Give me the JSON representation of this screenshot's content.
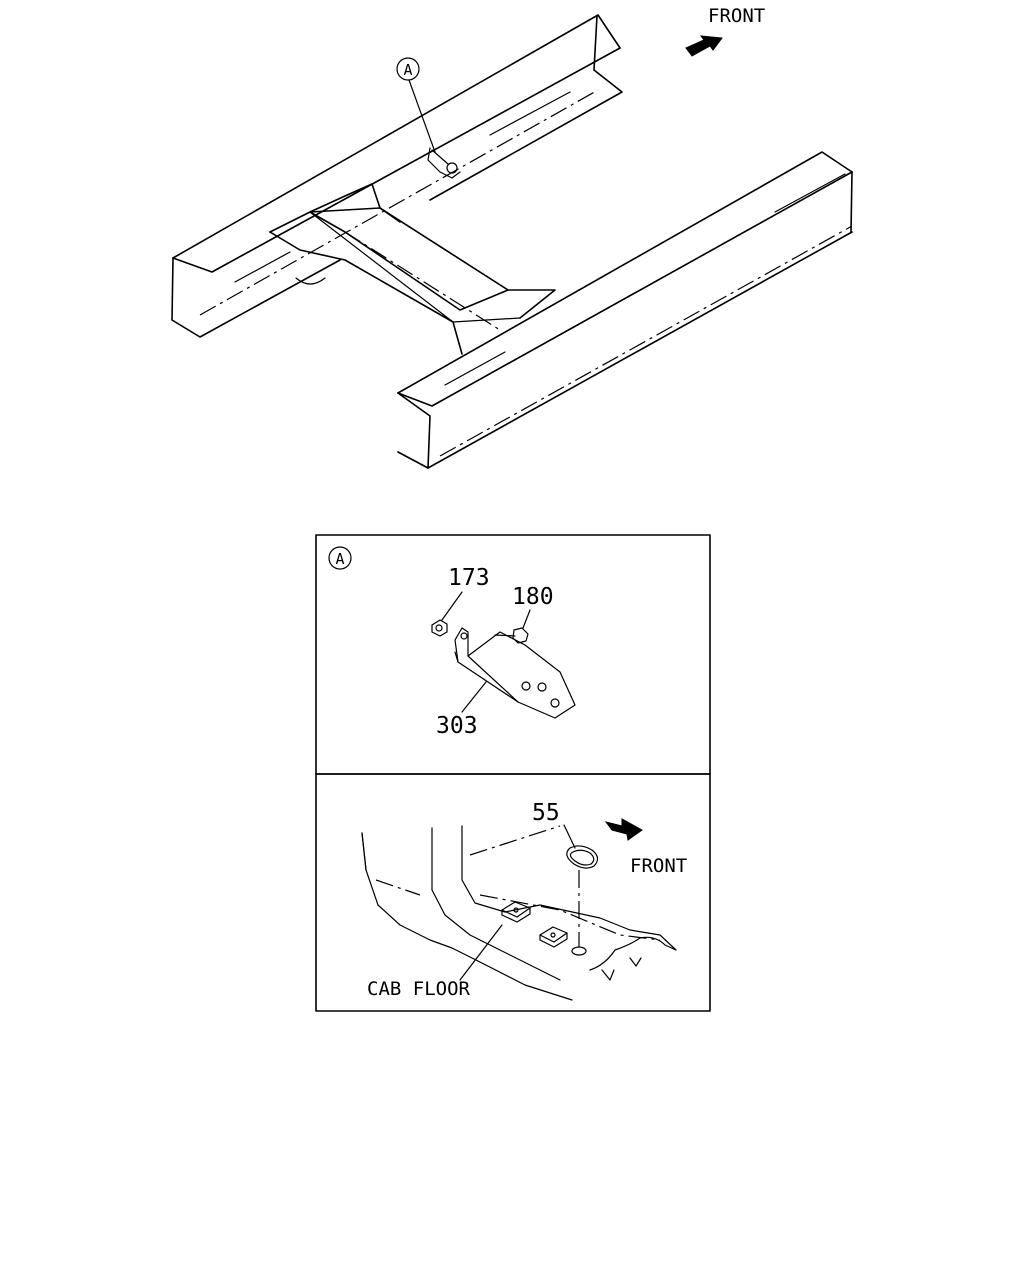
{
  "top_view": {
    "front_label": "FRONT",
    "callout_label": "A"
  },
  "detail_a": {
    "callout_label": "A",
    "parts": [
      "173",
      "180",
      "303"
    ]
  },
  "cab_detail": {
    "front_label": "FRONT",
    "part": "55",
    "floor_label": "CAB FLOOR"
  }
}
